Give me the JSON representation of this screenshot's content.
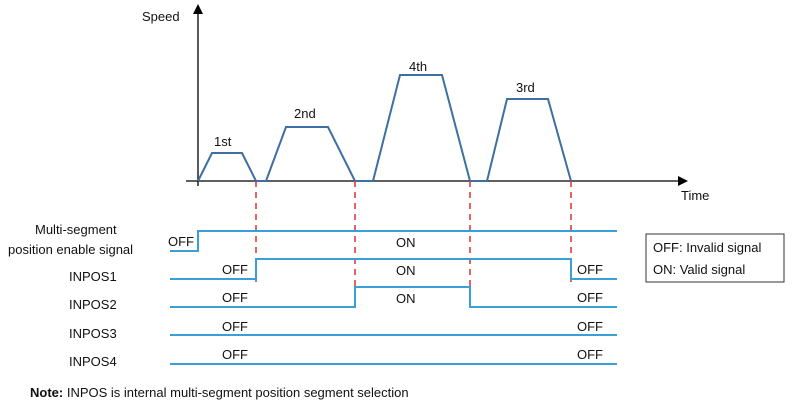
{
  "axis": {
    "y_label": "Speed",
    "x_label": "Time"
  },
  "segments": [
    {
      "label": "1st"
    },
    {
      "label": "2nd"
    },
    {
      "label": "4th"
    },
    {
      "label": "3rd"
    }
  ],
  "signals": [
    {
      "name_lines": [
        "Multi-segment",
        "position enable signal"
      ],
      "states": [
        "OFF",
        "ON"
      ]
    },
    {
      "name_lines": [
        "INPOS1"
      ],
      "states": [
        "OFF",
        "ON",
        "OFF"
      ]
    },
    {
      "name_lines": [
        "INPOS2"
      ],
      "states": [
        "OFF",
        "ON",
        "OFF"
      ]
    },
    {
      "name_lines": [
        "INPOS3"
      ],
      "states": [
        "OFF",
        "OFF"
      ]
    },
    {
      "name_lines": [
        "INPOS4"
      ],
      "states": [
        "OFF",
        "OFF"
      ]
    }
  ],
  "legend": {
    "off": "OFF: Invalid signal",
    "on": "ON: Valid signal"
  },
  "note": {
    "bold": "Note:",
    "text": " INPOS is internal multi-segment position segment selection"
  },
  "colors": {
    "signal": "#3a9fd6",
    "speed": "#3e6fa3",
    "divider": "#e03030",
    "axis": "#000000"
  }
}
